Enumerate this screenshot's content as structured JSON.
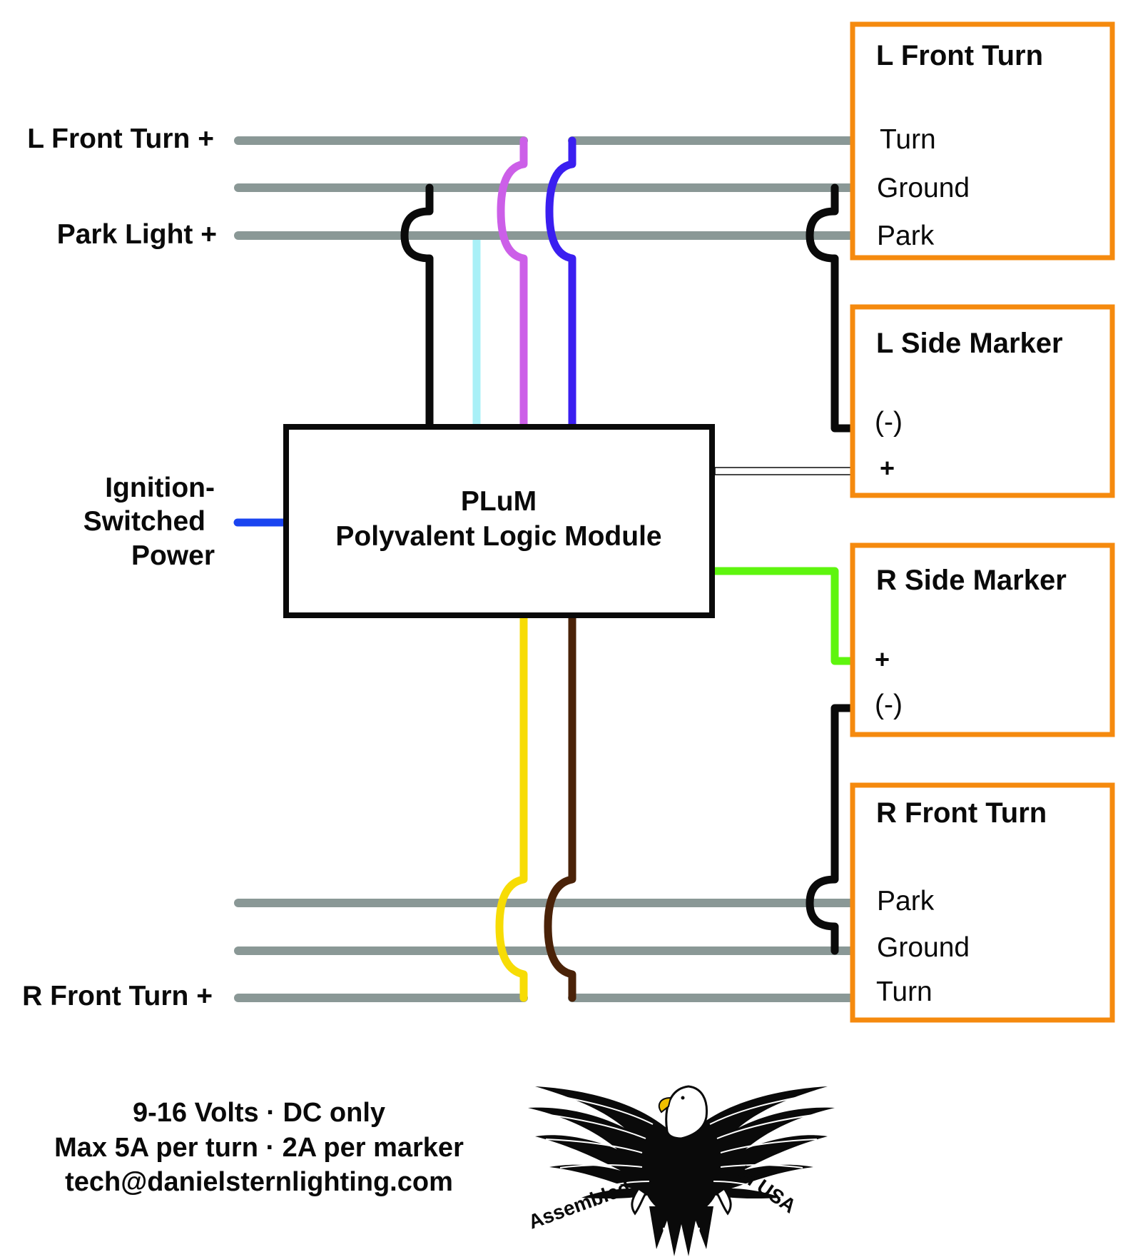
{
  "colors": {
    "harness": "#8a9896",
    "box_border": "#f58a0e",
    "module_border": "#0a0a0a",
    "wire_black": "#0a0a0a",
    "wire_light_blue": "#a9f0f7",
    "wire_violet": "#cc5fe8",
    "wire_blue": "#3a1ef0",
    "wire_ignition_blue": "#1a44f0",
    "wire_green": "#5ef50e",
    "wire_yellow": "#f7dc05",
    "wire_brown": "#4a2208",
    "wire_white": "#ffffff"
  },
  "left_labels": {
    "l_front_turn": "L Front Turn +",
    "park_light": "Park Light +",
    "ignition": [
      "Ignition-",
      "Switched",
      "Power"
    ],
    "r_front_turn": "R Front Turn +"
  },
  "module": {
    "line1": "PLuM",
    "line2": "Polyvalent Logic Module"
  },
  "boxes": {
    "l_front_turn": {
      "title": "L Front Turn",
      "pins": [
        "Turn",
        "Ground",
        "Park"
      ]
    },
    "l_side_marker": {
      "title": "L Side Marker",
      "pins": [
        "(-)",
        "+"
      ]
    },
    "r_side_marker": {
      "title": "R Side Marker",
      "pins": [
        "+",
        "(-)"
      ]
    },
    "r_front_turn": {
      "title": "R Front Turn",
      "pins": [
        "Park",
        "Ground",
        "Turn"
      ]
    }
  },
  "footer": {
    "line1": "9-16 Volts · DC only",
    "line2": "Max 5A per turn · 2A per marker",
    "line3": "tech@danielsternlighting.com"
  },
  "logo": {
    "icon": "eagle-icon",
    "text_left": "Assembled",
    "text_right": "in USA"
  }
}
